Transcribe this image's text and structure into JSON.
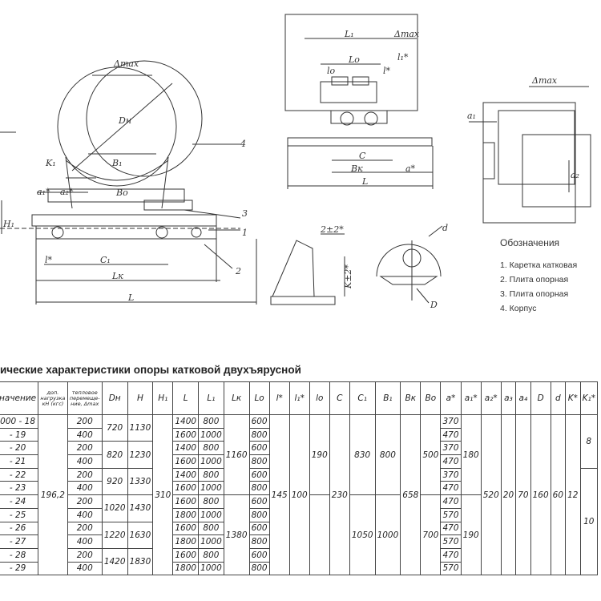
{
  "drawing_labels": {
    "delta_max": "Δmax",
    "dn": "Dн",
    "b1": "B₁",
    "k1": "K₁",
    "a1s": "a₁*",
    "a2s": "a₂*",
    "b0": "Bo",
    "h1": "H₁",
    "ls": "l*",
    "c1": "C₁",
    "lk": "Lк",
    "l": "L",
    "n1": "1",
    "n2": "2",
    "n3": "3",
    "n4": "4",
    "top_l1": "L₁",
    "top_dmax": "Δmax",
    "top_lo": "Lo",
    "top_l1s": "l₁*",
    "top_lo2": "lо",
    "top_ls": "l*",
    "top_c": "C",
    "top_bk": "Bк",
    "top_as": "a*",
    "top_l": "L",
    "dim_22": "2±2*",
    "dim_kpm": "K±2*",
    "dim_d": "d",
    "dim_D": "D",
    "right_dmax": "Δmax",
    "right_a1": "a₁",
    "right_a2": "a₂"
  },
  "legend": {
    "title": "Обозначения",
    "items": [
      "1. Каретка катковая",
      "2. Плита опорная",
      "3. Плита опорная",
      "4. Корпус"
    ]
  },
  "table_title": "ические характеристики опоры катковой двухъярусной",
  "table": {
    "headers": [
      "начение",
      "доп. нагрузка кН (кгс)",
      "тепловое перемеще-ние, Δmax",
      "Dн",
      "H",
      "H₁",
      "L",
      "L₁",
      "Lк",
      "Lо",
      "l*",
      "l₁*",
      "lо",
      "C",
      "C₁",
      "B₁",
      "Bк",
      "Bо",
      "a*",
      "a₁*",
      "a₂*",
      "a₃",
      "a₄",
      "D",
      "d",
      "K*",
      "K₁*"
    ],
    "designations": [
      "000 - 18",
      "- 19",
      "- 20",
      "- 21",
      "- 22",
      "- 23",
      "- 24",
      "- 25",
      "- 26",
      "- 27",
      "- 28",
      "- 29"
    ],
    "load": "196,2",
    "delta": [
      "200",
      "400",
      "200",
      "400",
      "200",
      "400",
      "200",
      "400",
      "200",
      "400",
      "200",
      "400"
    ],
    "dn": [
      "720",
      "820",
      "920",
      "1020",
      "1220",
      "1420"
    ],
    "h": [
      "1130",
      "1230",
      "1330",
      "1430",
      "1630",
      "1830"
    ],
    "h1": "310",
    "l": [
      "1400",
      "1600",
      "1400",
      "1600",
      "1400",
      "1600",
      "1600",
      "1800",
      "1600",
      "1800",
      "1600",
      "1800"
    ],
    "l1": [
      "800",
      "1000",
      "800",
      "1000",
      "800",
      "1000",
      "800",
      "1000",
      "800",
      "1000",
      "800",
      "1000"
    ],
    "lk": [
      "1160",
      "1380"
    ],
    "lo": [
      "600",
      "800",
      "600",
      "800",
      "600",
      "800",
      "600",
      "800",
      "600",
      "800",
      "600",
      "800"
    ],
    "ls": "145",
    "l1s": "100",
    "lo2": "190",
    "c": "230",
    "c1": [
      "830",
      "1050"
    ],
    "b1": [
      "800",
      "1000"
    ],
    "bk": "658",
    "bo": [
      "500",
      "700"
    ],
    "as": [
      "370",
      "470",
      "370",
      "470",
      "370",
      "470",
      "470",
      "570",
      "470",
      "570",
      "470",
      "570"
    ],
    "a1s": [
      "180",
      "190"
    ],
    "a2s": "520",
    "a3": "20",
    "a4": "70",
    "D": "160",
    "d": "60",
    "k": "12",
    "k1": [
      "8",
      "10"
    ]
  }
}
